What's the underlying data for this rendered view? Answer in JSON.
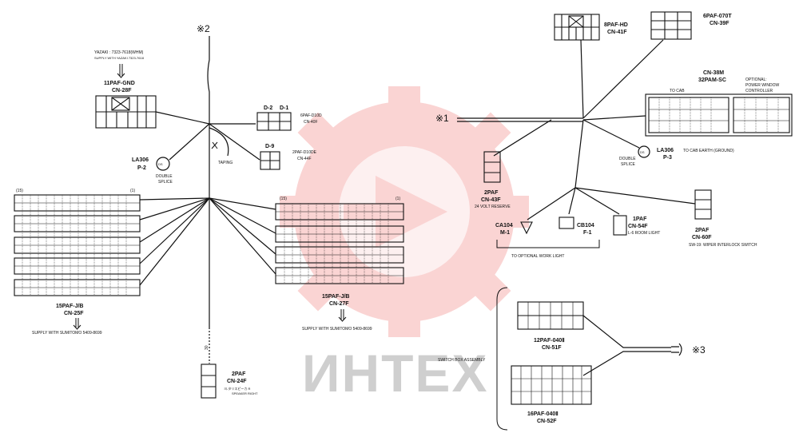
{
  "watermark": {
    "text": "ИНТЕХ",
    "color": "#f4a9a8"
  },
  "markers": {
    "m1": "※1",
    "m2": "※2",
    "m3": "※3"
  },
  "left": {
    "yazaki_note_1": "YAZAKI : 7323-7618(WHM)",
    "yazaki_note_2": "SUPPLY WITH YAZAKI 7323-7618",
    "cn28f_type": "11PAF-GND",
    "cn28f_id": "CN-28F",
    "la306_p2_a": "LA306",
    "la306_p2_b": "P-2",
    "double_splice_1": "DOUBLE",
    "double_splice_2": "SPLICE",
    "taping": "TAPING",
    "d2": "D-2",
    "d1": "D-1",
    "cn40f_type": "6PAF-D10D",
    "cn40f_id": "CN-40F",
    "d9": "D-9",
    "cn44f_type": "2PAF-D10DE",
    "cn44f_id": "CN-44F",
    "idx_15": "(15)",
    "idx_1": "(1)",
    "cn25f_type": "15PAF-J/B",
    "cn25f_id": "CN-25F",
    "cn25f_supply": "SUPPLY WITH SUMITOMO 5409-8699",
    "cn27f_idx_15": "(15)",
    "cn27f_idx_1": "(1)",
    "cn27f_type": "15PAF-J/B",
    "cn27f_id": "CN-27F",
    "cn27f_supply": "SUPPLY WITH SUMITOMO 5409-8699",
    "wire_30": "30",
    "cn24f_type": "2PAF",
    "cn24f_id": "CN-24F",
    "speaker_note": "ヨ-タリスピーカ R",
    "speaker_note_2": "SPEAKER RIGHT"
  },
  "right": {
    "cn41f_type": "8PAF-HD",
    "cn41f_id": "CN-41F",
    "cn39f_type": "6PAF-070T",
    "cn39f_id": "CN-39F",
    "cn38m_id": "CN-38M",
    "cn38m_type": "32PAM-SC",
    "to_cab": "TO CAB",
    "optional_1": "OPTIONAL:",
    "optional_2": "POWER WINDOW",
    "optional_3": "CONTROLLER",
    "cn43f_type": "2PAF",
    "cn43f_id": "CN-43F",
    "cn43f_note": "24 VOLT RESERVE",
    "double_splice_1": "DOUBLE",
    "double_splice_2": "SPLICE",
    "la306_p3_a": "LA306",
    "la306_p3_b": "P-3",
    "cab_earth": "TO CAB EARTH (GROUND)",
    "ca104": "CA104",
    "m1": "M-1",
    "cb104": "CB104",
    "f1": "F-1",
    "cn54f_type": "1PAF",
    "cn54f_id": "CN-54F",
    "cn54f_note": "L-6 ROOM LIGHT",
    "cn60f_type": "2PAF",
    "cn60f_id": "CN-60F",
    "cn60f_note": "SW-19: WIPER INTERLOCK SWITCH",
    "optional_work_light": "TO OPTIONAL WORK LIGHT",
    "switch_box": "SWITCH BOX ASSEMBLY",
    "cn51f_type": "12PAF-040Ⅱ",
    "cn51f_id": "CN-51F",
    "cn52f_type": "16PAF-040Ⅱ",
    "cn52f_id": "CN-52F"
  }
}
